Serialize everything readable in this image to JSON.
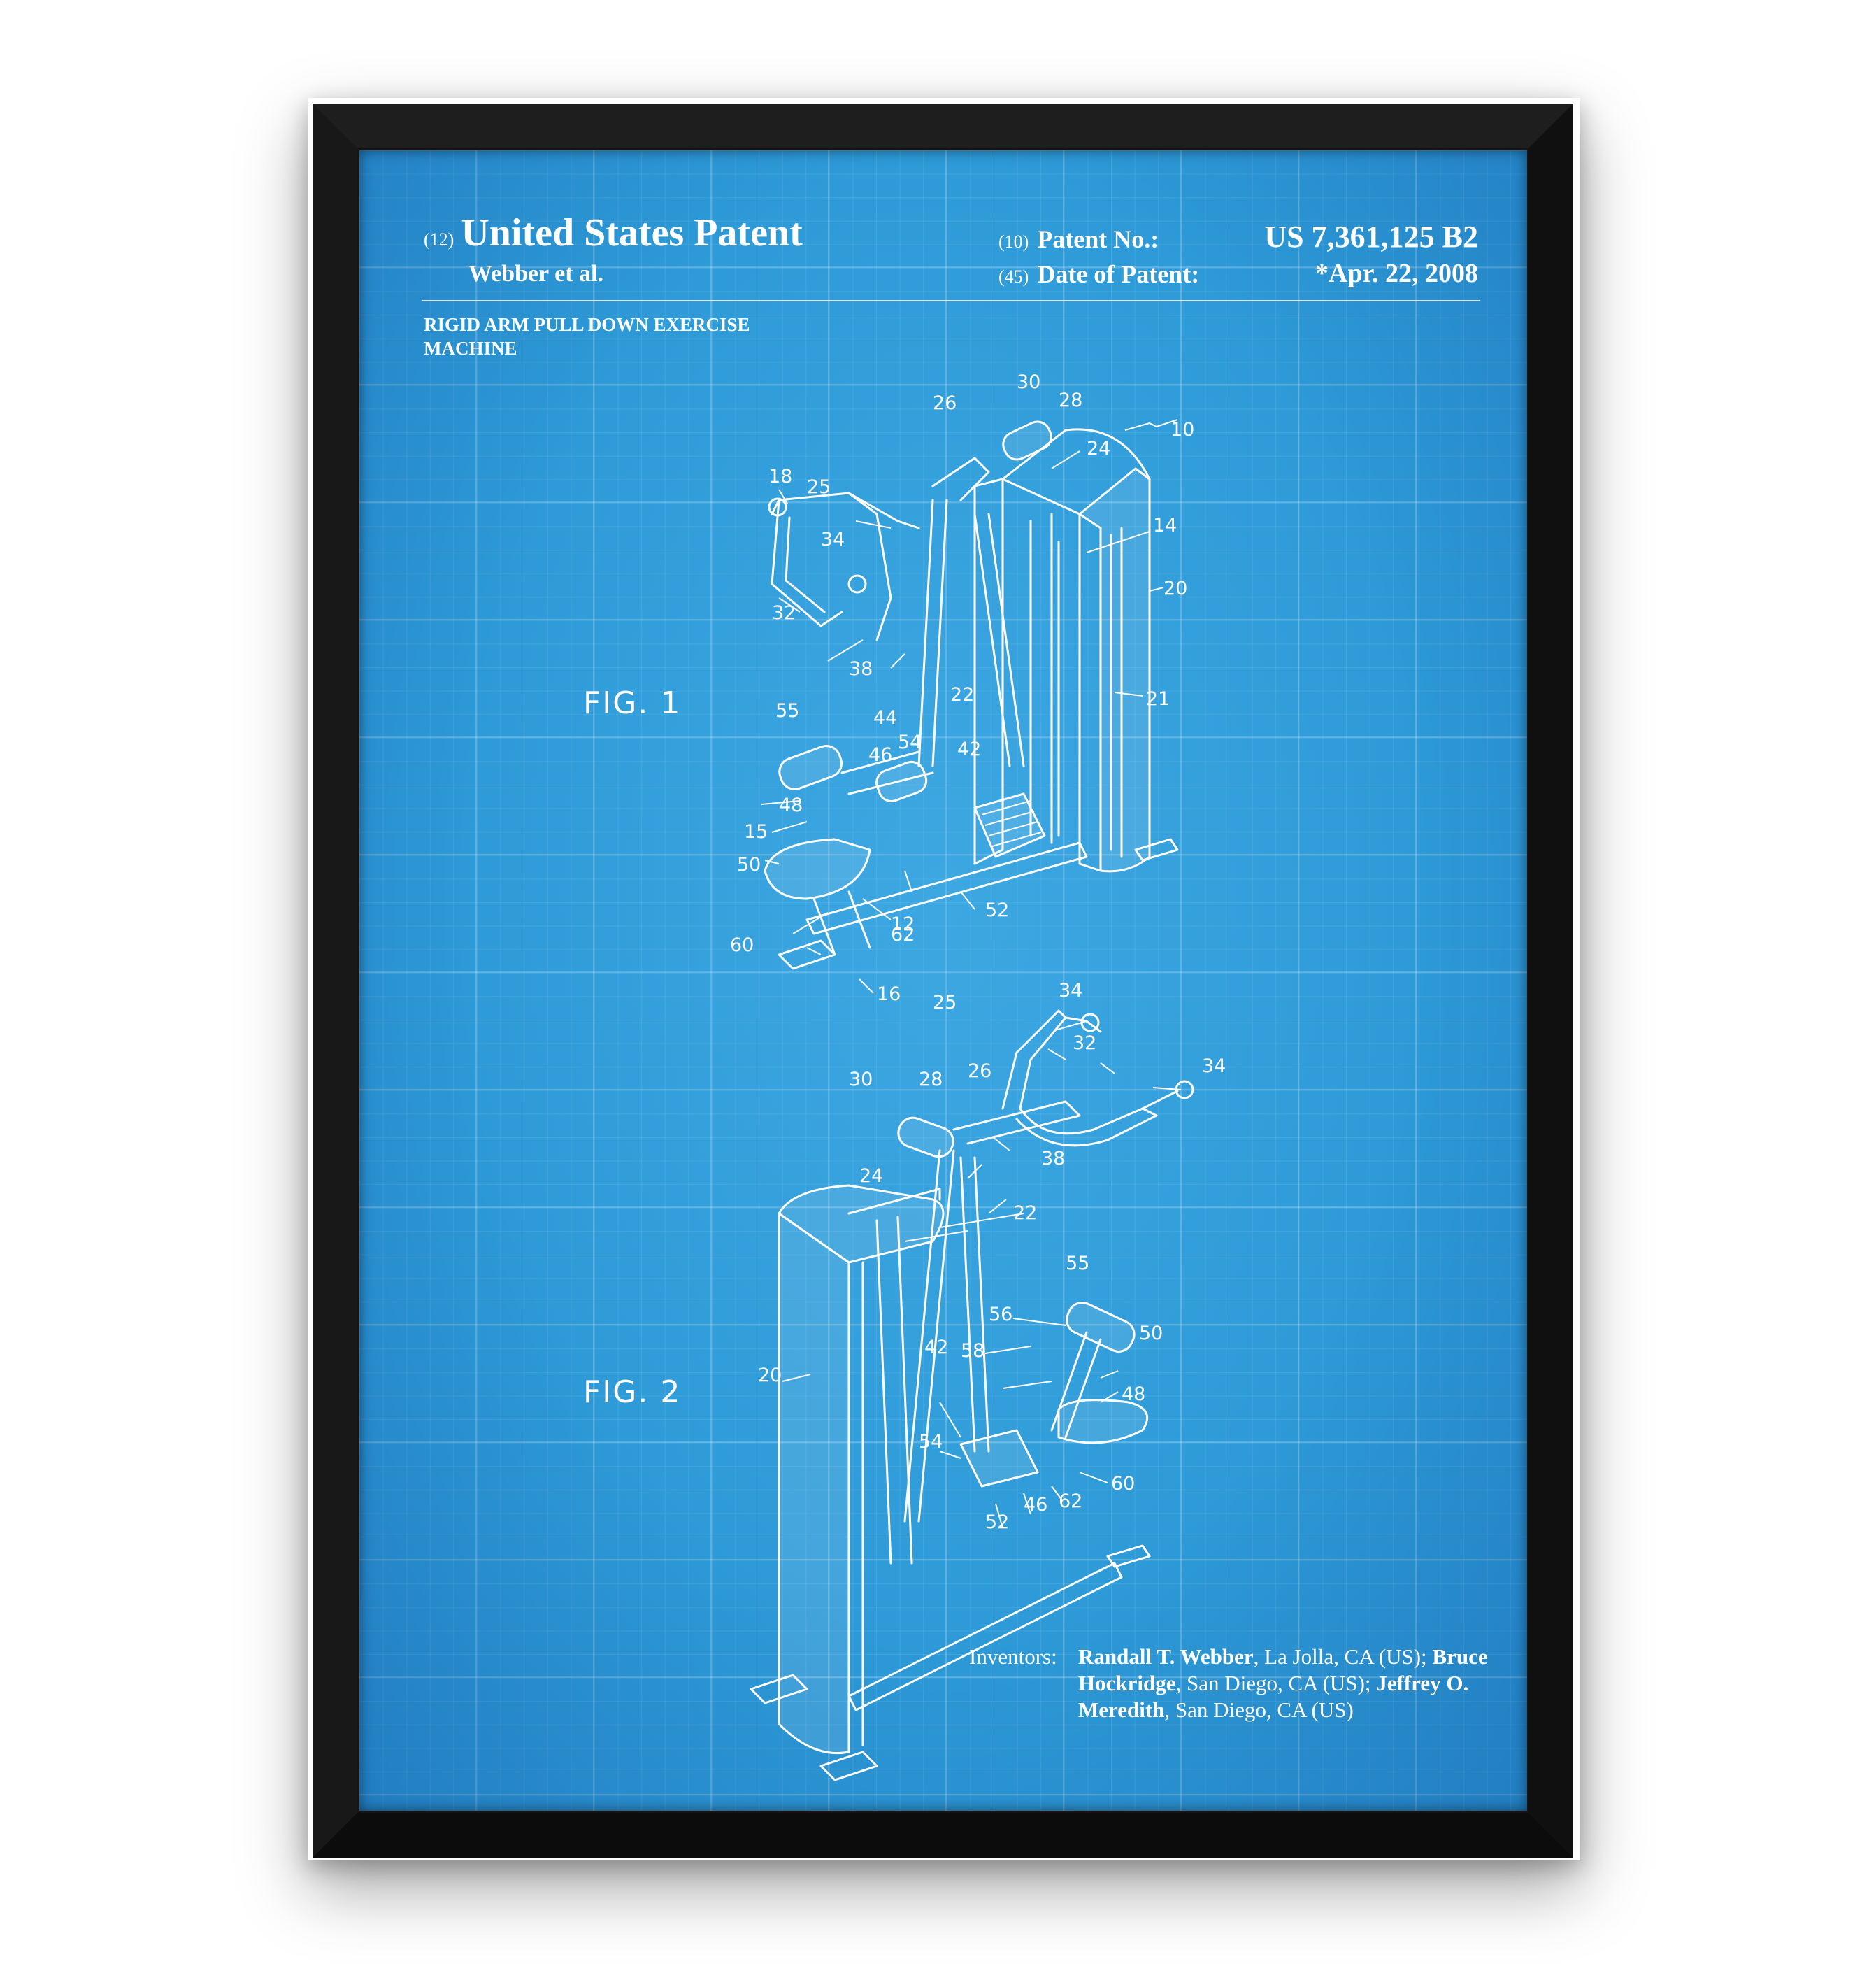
{
  "patent": {
    "type_code": "(12)",
    "type": "United States Patent",
    "author": "Webber et al.",
    "number_code": "(10)",
    "number_label": "Patent No.:",
    "number": "US 7,361,125 B2",
    "date_code": "(45)",
    "date_label": "Date of Patent:",
    "date": "*Apr. 22, 2008",
    "title": "RIGID ARM PULL DOWN EXERCISE MACHINE"
  },
  "figures": {
    "fig1": "FIG. 1",
    "fig2": "FIG. 2"
  },
  "refs_fig1": {
    "r10": "10",
    "r12": "12",
    "r14": "14",
    "r15": "15",
    "r16": "16",
    "r18": "18",
    "r20": "20",
    "r21": "21",
    "r22": "22",
    "r24": "24",
    "r25": "25",
    "r26": "26",
    "r28": "28",
    "r30": "30",
    "r32": "32",
    "r34": "34",
    "r38": "38",
    "r42": "42",
    "r44": "44",
    "r46": "46",
    "r48": "48",
    "r50": "50",
    "r52": "52",
    "r54": "54",
    "r55": "55",
    "r60": "60",
    "r62": "62"
  },
  "refs_fig2": {
    "r20": "20",
    "r22": "22",
    "r24": "24",
    "r25": "25",
    "r26": "26",
    "r28": "28",
    "r30": "30",
    "r32": "32",
    "r34a": "34",
    "r34b": "34",
    "r38": "38",
    "r42": "42",
    "r46": "46",
    "r48": "48",
    "r50": "50",
    "r52": "52",
    "r54": "54",
    "r55": "55",
    "r56": "56",
    "r58": "58",
    "r60": "60",
    "r62": "62"
  },
  "inventors": {
    "label": "Inventors:",
    "p1_name": "Randall T. Webber",
    "p1_loc": ", La Jolla, CA (US);",
    "p2_name": "Bruce Hockridge",
    "p2_loc": ", San Diego, CA (US);",
    "p3_name": "Jeffrey O. Meredith",
    "p3_loc": ", San Diego, CA (US)"
  },
  "colors": {
    "blueprint": "#2e9bd8",
    "frame": "#141414",
    "ink": "#ffffff"
  }
}
